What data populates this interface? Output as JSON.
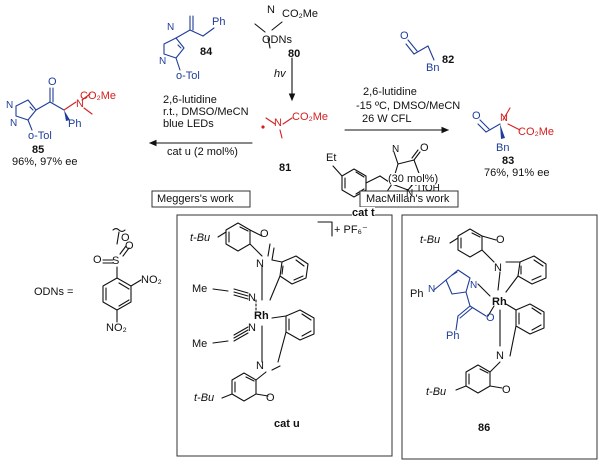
{
  "top_reagents": {
    "oxime_sub": "CO₂Me",
    "oxime_n": "N",
    "oxime_o": "ODNs",
    "oxime_id": "80",
    "hv": "hv",
    "radical_n": "N",
    "radical_sub": "CO₂Me",
    "radical_id": "81"
  },
  "meggers": {
    "ketone_id": "84",
    "ketone_ph": "Ph",
    "ketone_n1": "N",
    "ketone_n2": "N",
    "ketone_otol": "o-Tol",
    "cond_1": "2,6-lutidine",
    "cond_2": "r.t., DMSO/MeCN",
    "cond_3": "blue LEDs",
    "catalyst": "cat u (2 mol%)",
    "product_co2me": "CO₂Me",
    "product_n": "N",
    "product_ph": "Ph",
    "product_n1": "N",
    "product_n2": "N",
    "product_otol": "o-Tol",
    "product_id": "85",
    "yield": "96%, 97% ee",
    "box": "Meggers's work"
  },
  "macmillan": {
    "aldehyde_o": "O",
    "aldehyde_bn": "Bn",
    "aldehyde_id": "82",
    "cond_1": "2,6-lutidine",
    "cond_2": "-15 ºC, DMSO/MeCN",
    "cond_3": "26 W CFL",
    "catt_et": "Et",
    "catt_n": "N",
    "catt_nh": "N",
    "catt_h": "H",
    "catt_tfoh": "TfOH",
    "catt_o": "O",
    "catt_label": "cat t",
    "catt_loading": "(30 mol%)",
    "product_o": "O",
    "product_n": "N",
    "product_co2me": "CO₂Me",
    "product_bn": "Bn",
    "product_id": "83",
    "yield": "76%, 91% ee",
    "box": "MacMillan's work"
  },
  "odns": {
    "label": "ODNs =",
    "o": "O",
    "s": "S",
    "so2_o1": "O",
    "so2_o2": "O",
    "no2_a": "NO₂",
    "no2_b": "NO₂"
  },
  "cat_u": {
    "counterion": "+ PF₆⁻",
    "tbu_top": "t-Bu",
    "tbu_bottom": "t-Bu",
    "o_top": "O",
    "n_top": "N",
    "o_bottom": "O",
    "n_bottom": "N",
    "me1": "Me",
    "me2": "Me",
    "n_nitrile1": "N",
    "n_nitrile2": "N",
    "metal": "Rh",
    "label": "cat u"
  },
  "complex_86": {
    "tbu_top": "t-Bu",
    "tbu_bottom": "t-Bu",
    "o_top": "O",
    "n_top": "N",
    "o_bottom": "O",
    "n_bottom": "N",
    "metal": "Rh",
    "ph_n": "Ph",
    "n_im1": "N",
    "n_im2": "N",
    "o_enol": "O",
    "ph_vinyl": "Ph",
    "label": "86"
  },
  "colors": {
    "ink": "#111111",
    "blue": "#1f3d99",
    "red": "#d42020",
    "box": "#333333"
  }
}
